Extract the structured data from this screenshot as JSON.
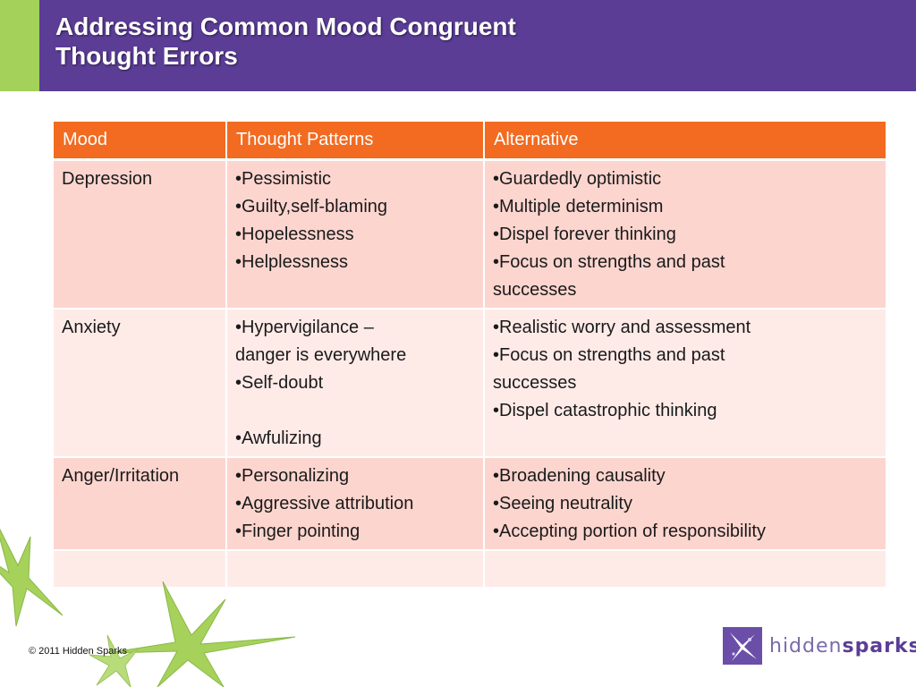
{
  "slide": {
    "title_line1": "Addressing Common Mood Congruent",
    "title_line2": "Thought Errors"
  },
  "table": {
    "headers": [
      "Mood",
      "Thought Patterns",
      "Alternative"
    ],
    "rows": [
      {
        "mood": "Depression",
        "patterns": [
          "•Pessimistic",
          "•Guilty,self-blaming",
          "•Hopelessness",
          "•Helplessness"
        ],
        "alternatives": [
          "•Guardedly optimistic",
          "•Multiple determinism",
          "•Dispel forever thinking",
          "•Focus on strengths and past",
          "successes"
        ]
      },
      {
        "mood": "Anxiety",
        "patterns": [
          "•Hypervigilance –",
          "danger is everywhere",
          "•Self-doubt",
          "",
          "•Awfulizing"
        ],
        "alternatives": [
          "•Realistic worry and assessment",
          "•Focus on strengths and past",
          "successes",
          "•Dispel catastrophic thinking"
        ]
      },
      {
        "mood": "Anger/Irritation",
        "patterns": [
          "•Personalizing",
          "•Aggressive attribution",
          "•Finger pointing"
        ],
        "alternatives": [
          "•Broadening causality",
          "•Seeing neutrality",
          "•Accepting portion of responsibility"
        ]
      },
      {
        "mood": "",
        "patterns": [],
        "alternatives": []
      }
    ]
  },
  "footer": {
    "copyright": "© 2011 Hidden Sparks",
    "logo_part1": "hidden",
    "logo_part2": "sparks"
  },
  "colors": {
    "header_bg": "#5b3d96",
    "header_accent": "#a3d15a",
    "table_header": "#f26b21",
    "row_dark": "#fdd5cf",
    "row_light": "#feebe8",
    "star_green": "#9ccc4a"
  }
}
